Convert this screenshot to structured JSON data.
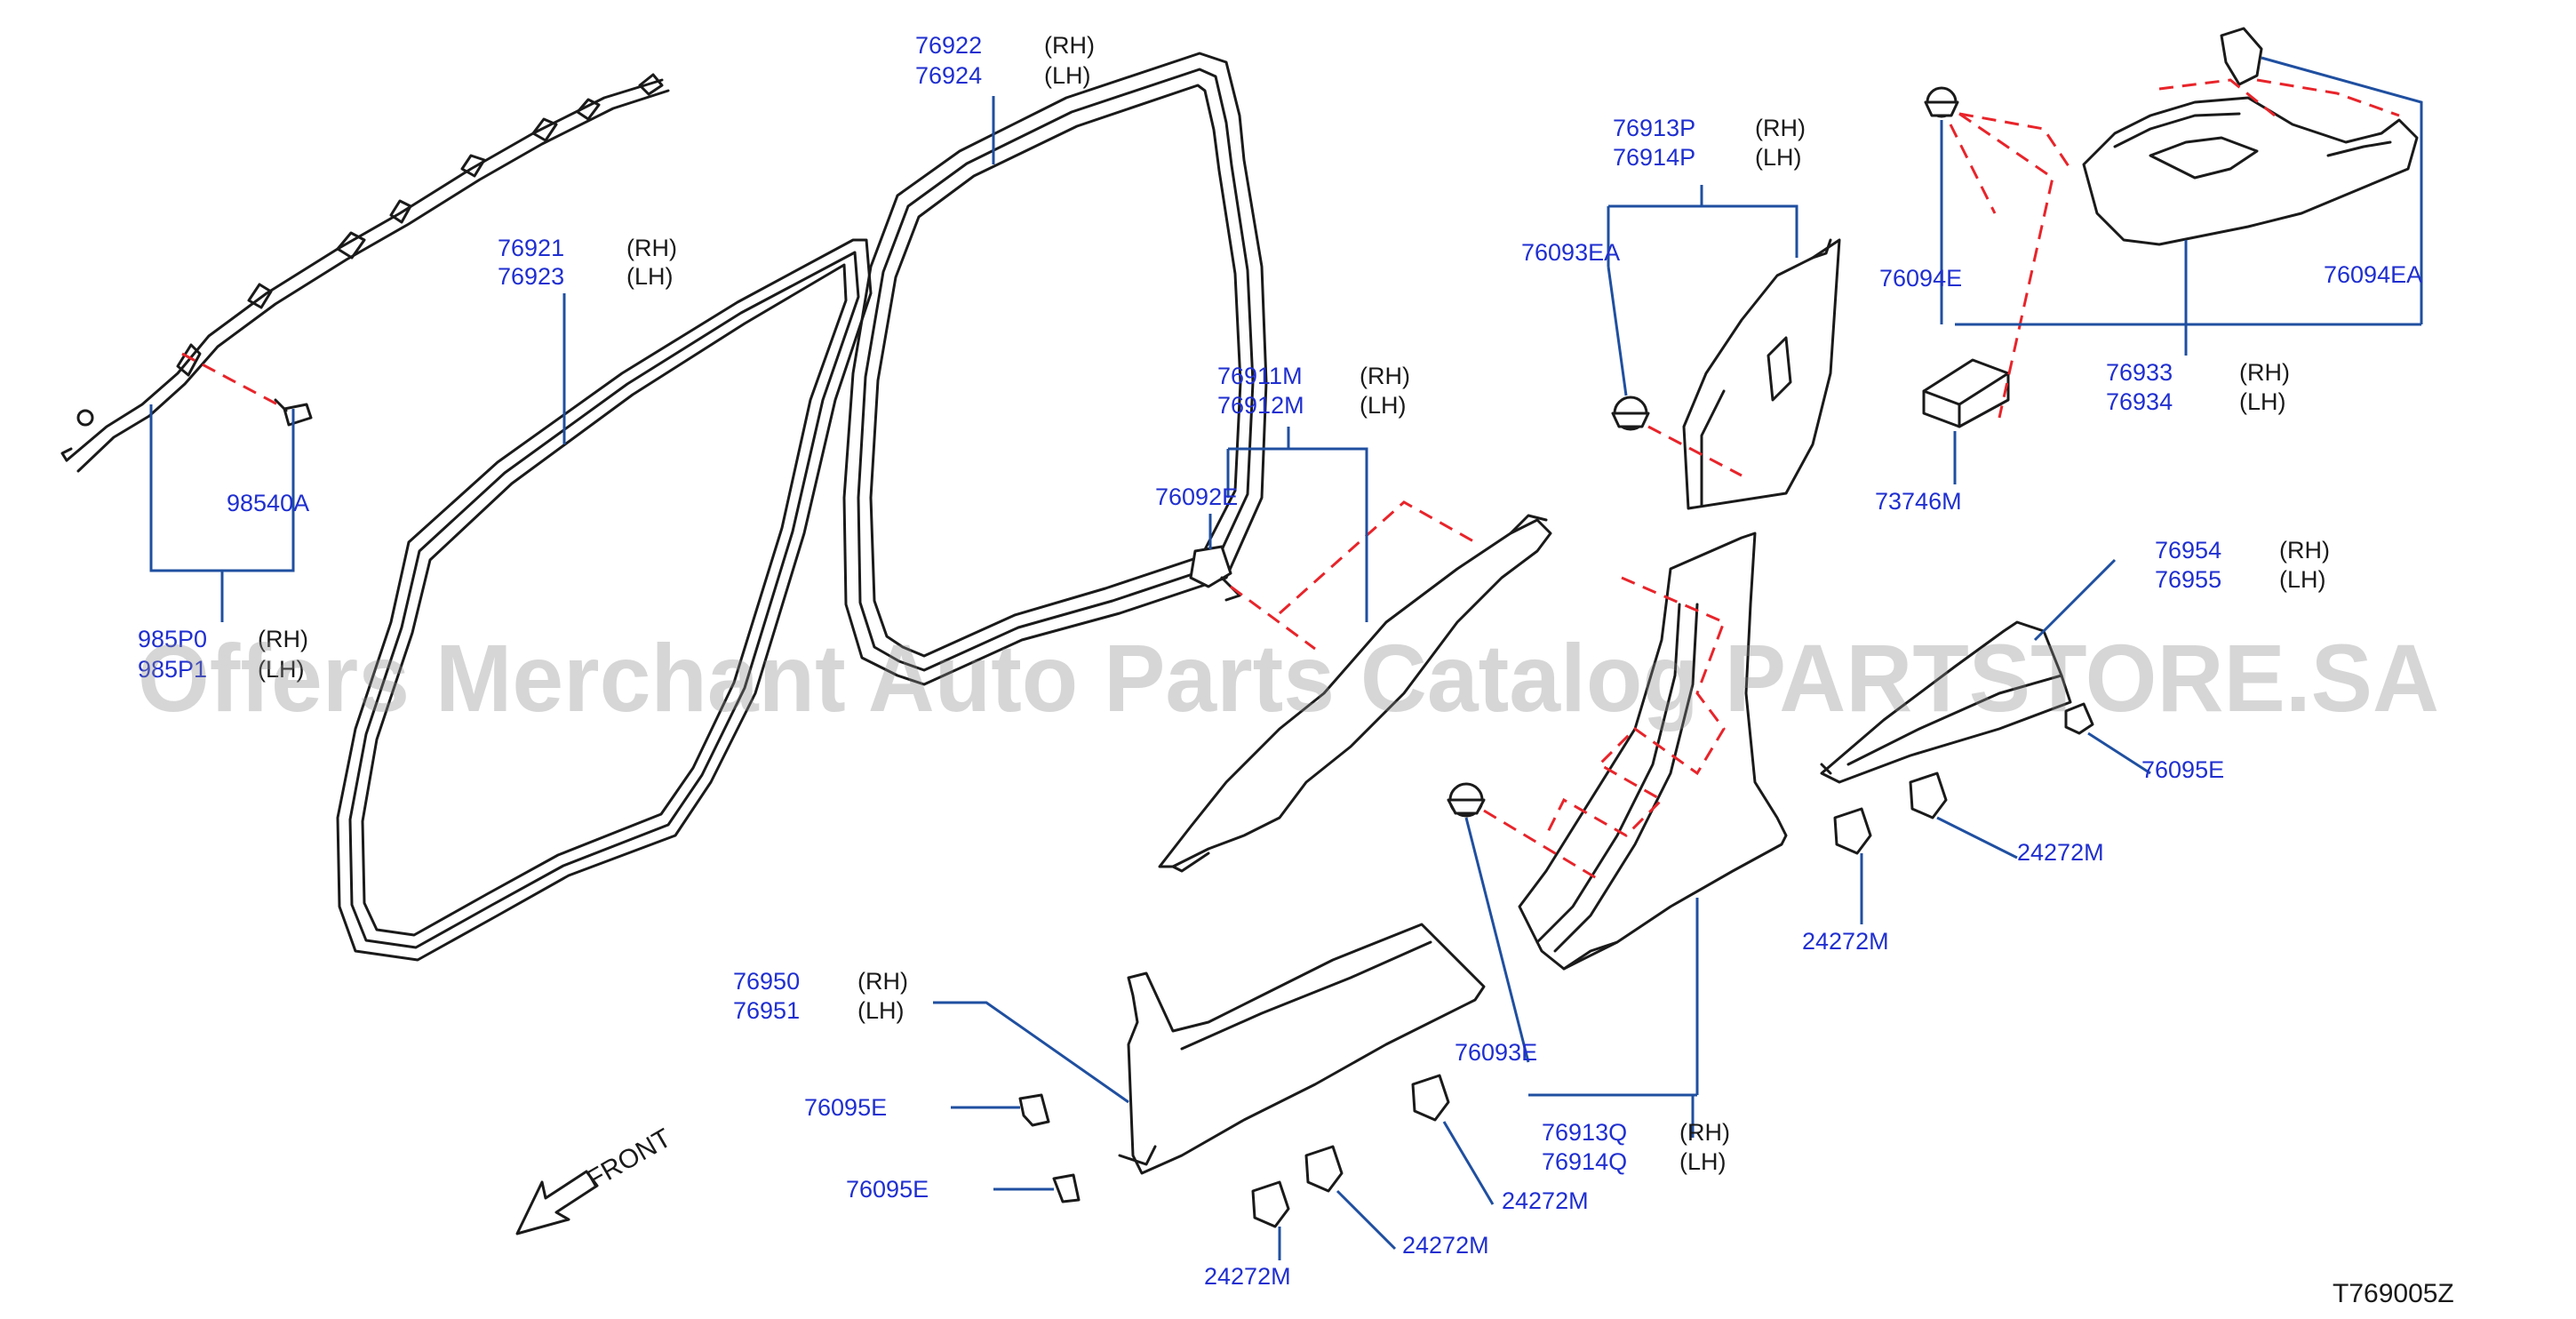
{
  "watermark": "Offers Merchant Auto Parts Catalog PARTSTORE.SA",
  "diagram_code": "T769005Z",
  "front_label": "FRONT",
  "labels": {
    "weather_outer": {
      "rh": "76922",
      "lh": "76924",
      "rh_tag": "(RH)",
      "lh_tag": "(LH)"
    },
    "weather_inner": {
      "rh": "76921",
      "lh": "76923",
      "rh_tag": "(RH)",
      "lh_tag": "(LH)"
    },
    "airbag": {
      "rh": "985P0",
      "lh": "985P1",
      "rh_tag": "(RH)",
      "lh_tag": "(LH)"
    },
    "bolt": "98540A",
    "pillar_a": {
      "rh": "76911M",
      "lh": "76912M",
      "rh_tag": "(RH)",
      "lh_tag": "(LH)"
    },
    "clip_a": "76092E",
    "pillar_b_upper": {
      "rh": "76913P",
      "lh": "76914P",
      "rh_tag": "(RH)",
      "lh_tag": "(LH)"
    },
    "clip_b_upper": "76093EA",
    "pillar_b_lower": {
      "rh": "76913Q",
      "lh": "76914Q",
      "rh_tag": "(RH)",
      "lh_tag": "(LH)"
    },
    "clip_b_lower": "76093E",
    "rear_trim": {
      "rh": "76933",
      "lh": "76934",
      "rh_tag": "(RH)",
      "lh_tag": "(LH)"
    },
    "clip_rear_left": "76094E",
    "clip_rear_right": "76094EA",
    "pad": "73746M",
    "kick_plate_front": {
      "rh": "76950",
      "lh": "76951",
      "rh_tag": "(RH)",
      "lh_tag": "(LH)"
    },
    "kick_plate_rear": {
      "rh": "76954",
      "lh": "76955",
      "rh_tag": "(RH)",
      "lh_tag": "(LH)"
    },
    "clip_kick_1": "76095E",
    "clip_kick_2": "76095E",
    "clip_kick_rear": "76095E",
    "clamp_1": "24272M",
    "clamp_2": "24272M",
    "clamp_3": "24272M",
    "clamp_4": "24272M",
    "clamp_5": "24272M"
  }
}
